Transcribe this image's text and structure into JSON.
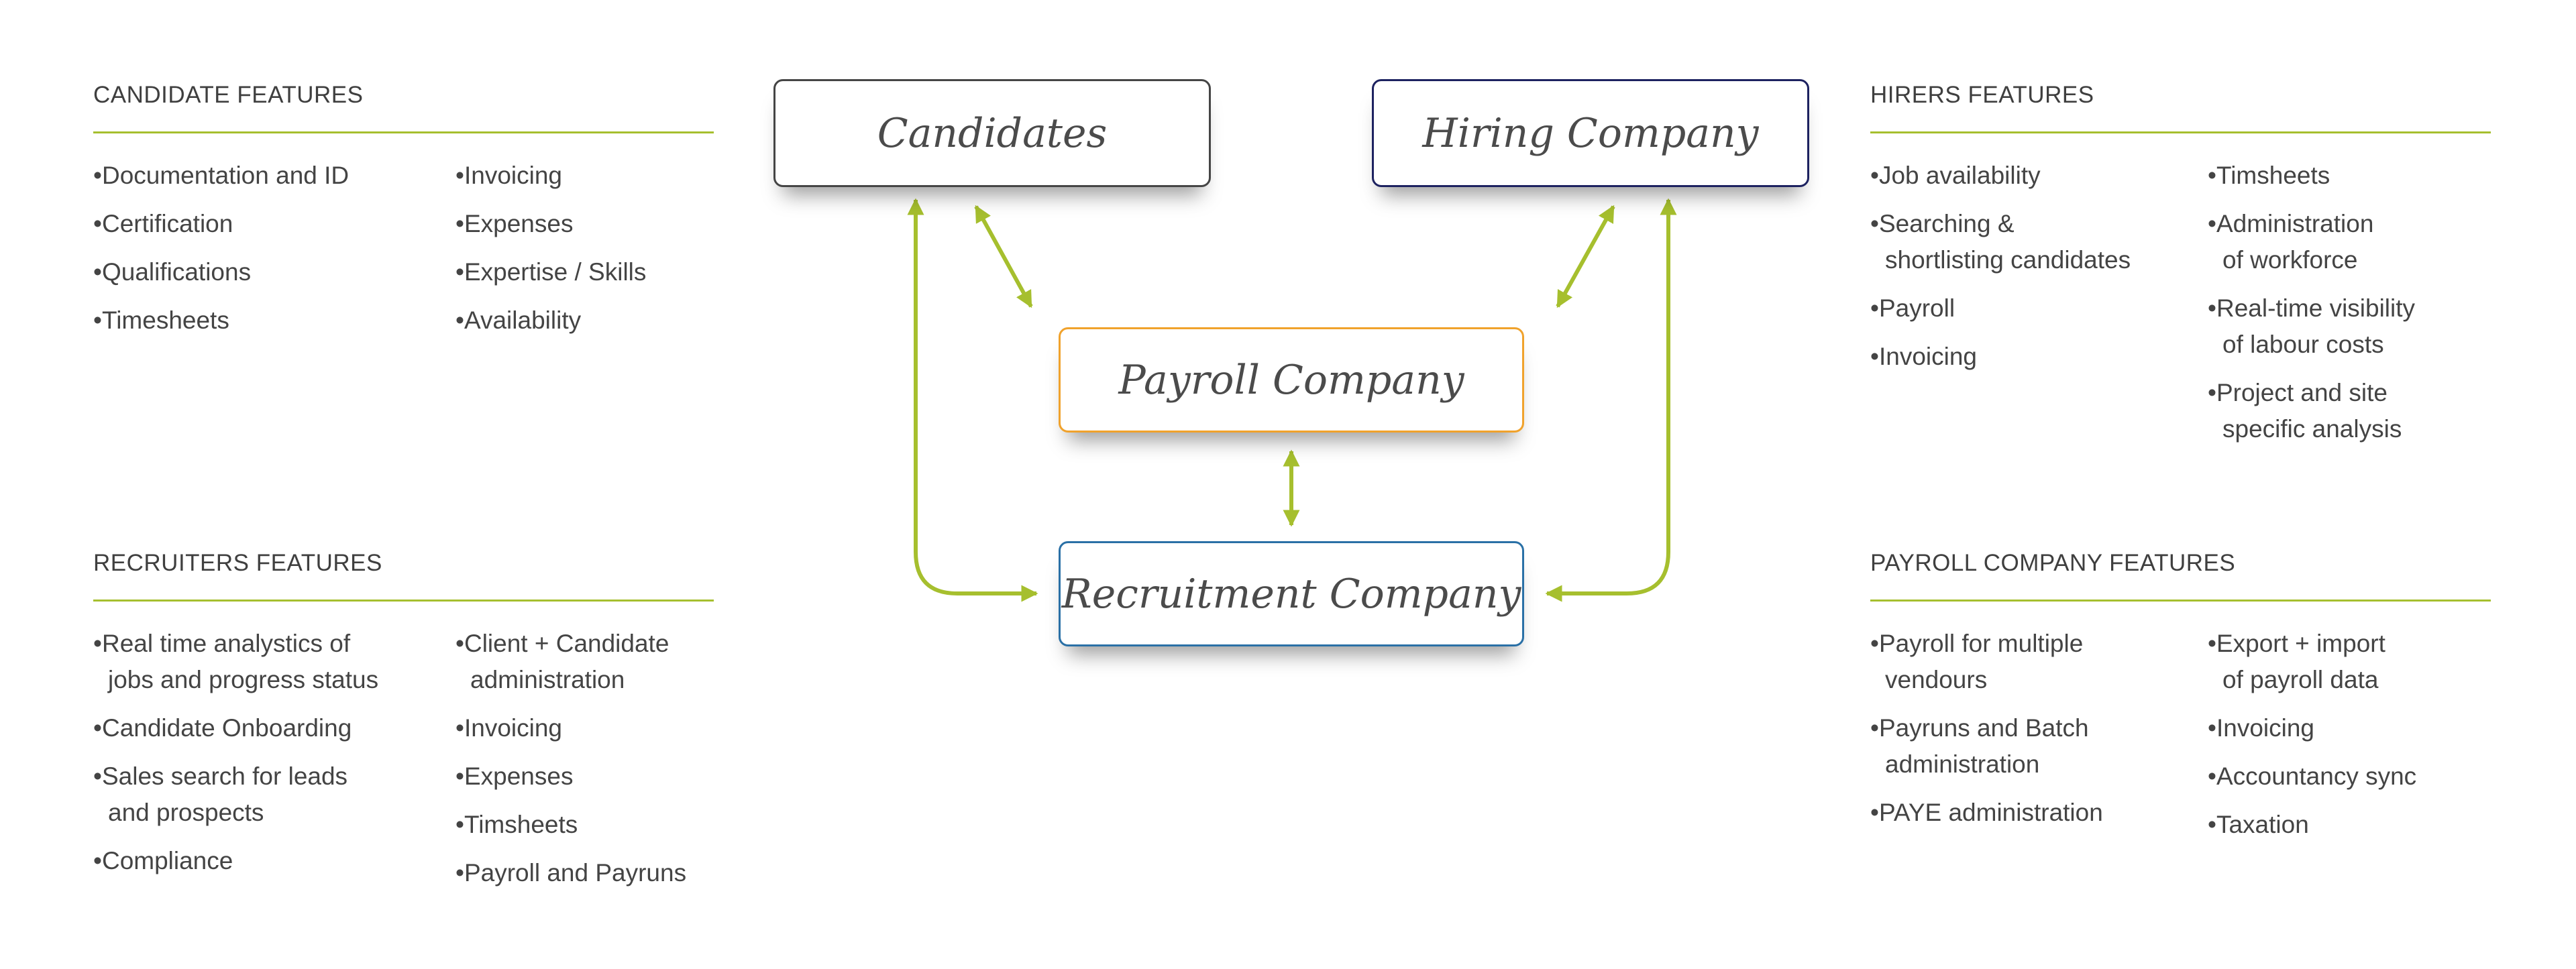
{
  "nodes": {
    "candidates": "Candidates",
    "hiring_company": "Hiring Company",
    "payroll_company": "Payroll Company",
    "recruitment_company": "Recruitment Company"
  },
  "panels": {
    "candidate": {
      "title": "CANDIDATE FEATURES",
      "col1": [
        "Documentation and ID",
        "Certification",
        "Qualifications",
        "Timesheets"
      ],
      "col2": [
        "Invoicing",
        "Expenses",
        "Expertise / Skills",
        "Availability"
      ]
    },
    "recruiters": {
      "title": "RECRUITERS FEATURES",
      "col1": [
        "Real time analystics of\njobs and progress status",
        "Candidate Onboarding",
        "Sales search for leads\nand prospects",
        "Compliance"
      ],
      "col2": [
        "Client + Candidate\nadministration",
        "Invoicing",
        "Expenses",
        "Timsheets",
        "Payroll and Payruns"
      ]
    },
    "hirers": {
      "title": "HIRERS FEATURES",
      "col1": [
        "Job availability",
        "Searching &\nshortlisting candidates",
        "Payroll",
        "Invoicing"
      ],
      "col2": [
        "Timsheets",
        "Administration\nof workforce",
        "Real-time visibility\nof labour costs",
        "Project and site\nspecific analysis"
      ]
    },
    "payroll": {
      "title": "PAYROLL COMPANY FEATURES",
      "col1": [
        "Payroll for multiple\nvendours",
        "Payruns and Batch\nadministration",
        "PAYE administration"
      ],
      "col2": [
        "Export + import\nof payroll data",
        "Invoicing",
        "Accountancy sync",
        "Taxation"
      ]
    }
  },
  "colors": {
    "accent": "#a6bf2e",
    "arrow": "#a6bf2e",
    "candidates_border": "#454545",
    "hiring_border": "#1d2260",
    "payroll_border": "#f0a22c",
    "recruitment_border": "#2a70a6"
  }
}
